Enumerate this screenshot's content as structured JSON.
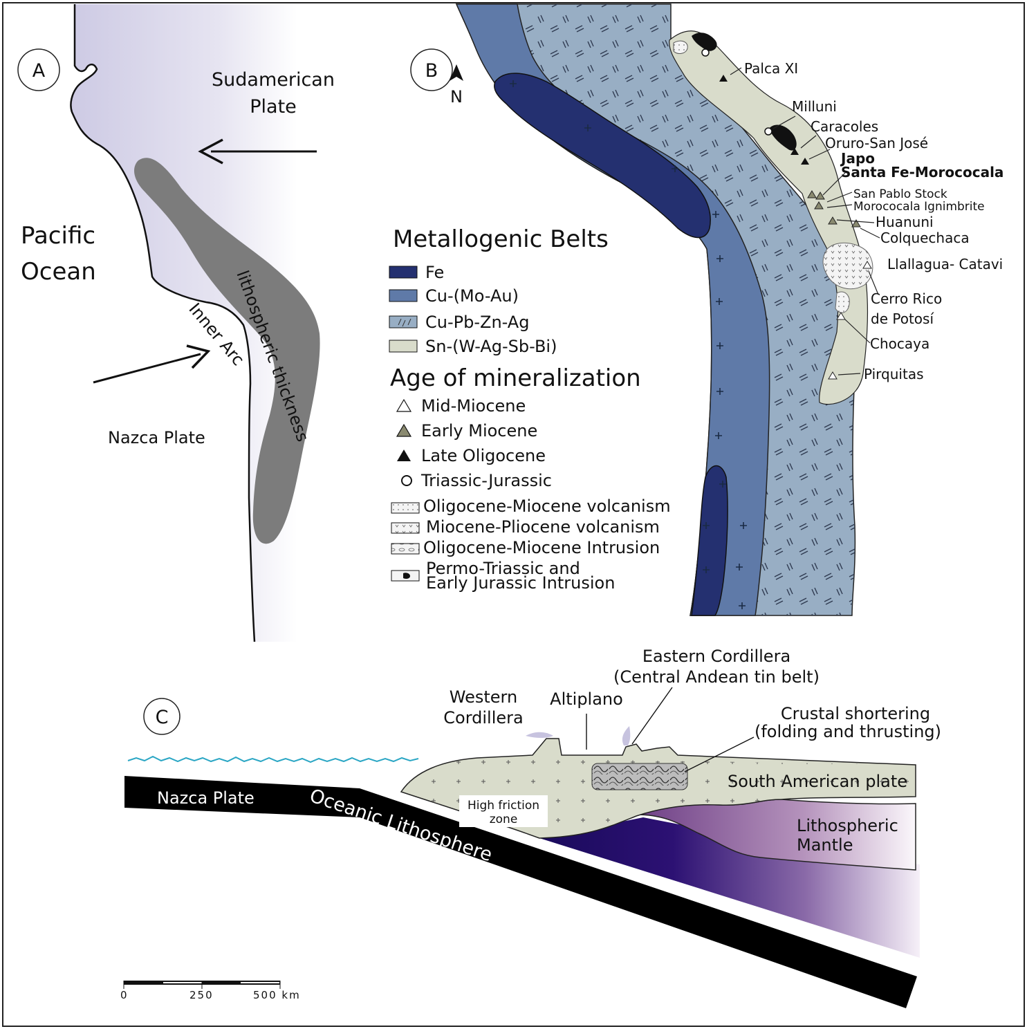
{
  "panel_a": {
    "badge": "A",
    "sudamerican_line1": "Sudamerican",
    "sudamerican_line2": "Plate",
    "pacific_line1": "Pacific",
    "pacific_line2": "Ocean",
    "inner_arc": "Inner Arc",
    "nazca": "Nazca Plate",
    "thickness": "lithospheric thickness"
  },
  "panel_b": {
    "badge": "B",
    "north": "N",
    "deposits": {
      "palca": "Palca XI",
      "milluni": "Milluni",
      "caracoles": "Caracoles",
      "oruro": "Oruro-San José",
      "japo": "Japo",
      "santafe": "Santa Fe-Morococala",
      "sanpablo": "San Pablo Stock",
      "morococala": "Morococala Ignimbrite",
      "huanuni": "Huanuni",
      "colquechaca": "Colquechaca",
      "llallagua": "Llallagua- Catavi",
      "cerrorico1": "Cerro Rico",
      "cerrorico2": "de Potosí",
      "chocaya": "Chocaya",
      "pirquitas": "Pirquitas"
    },
    "legend": {
      "belts_title": "Metallogenic Belts",
      "fe": "Fe",
      "cu_mo_au": "Cu-(Mo-Au)",
      "cu_pb": "Cu-Pb-Zn-Ag",
      "sn": "Sn-(W-Ag-Sb-Bi)",
      "age_title": "Age of mineralization",
      "mid_miocene": "Mid-Miocene",
      "early_miocene": "Early Miocene",
      "late_oligocene": "Late Oligocene",
      "triassic": "Triassic-Jurassic",
      "olig_volc": "Oligocene-Miocene volcanism",
      "mio_volc": "Miocene-Pliocene volcanism",
      "olig_intr": "Oligocene-Miocene Intrusion",
      "permo_line1": "Permo-Triassic and",
      "permo_line2": "Early Jurassic Intrusion"
    }
  },
  "panel_c": {
    "badge": "C",
    "eastern_line1": "Eastern Cordillera",
    "eastern_line2": "(Central Andean tin belt)",
    "western_line1": "Western",
    "western_line2": "Cordillera",
    "altiplano": "Altiplano",
    "crustal_line1": "Crustal shortering",
    "crustal_line2": "(folding and thrusting)",
    "nazca": "Nazca Plate",
    "oceanic": "Oceanic Lithosphere",
    "sa_plate": "South American plate",
    "friction_line1": "High friction",
    "friction_line2": "zone",
    "mantle_line1": "Lithospheric",
    "mantle_line2": "Mantle",
    "scale_0": "0",
    "scale_250": "250",
    "scale_500": "500 km"
  },
  "colors": {
    "fe_belt": "#243070",
    "cu_mo_au_belt": "#5f7aa8",
    "cu_pb_belt": "#98aec4",
    "sn_belt": "#d9dccb",
    "continent": "#d8d6ea",
    "thickness_zone": "#7c7c7c",
    "sea_line": "#2aa6c4",
    "mantle_dark": "#1a0a5c",
    "mantle_light": "#efe8f4"
  }
}
